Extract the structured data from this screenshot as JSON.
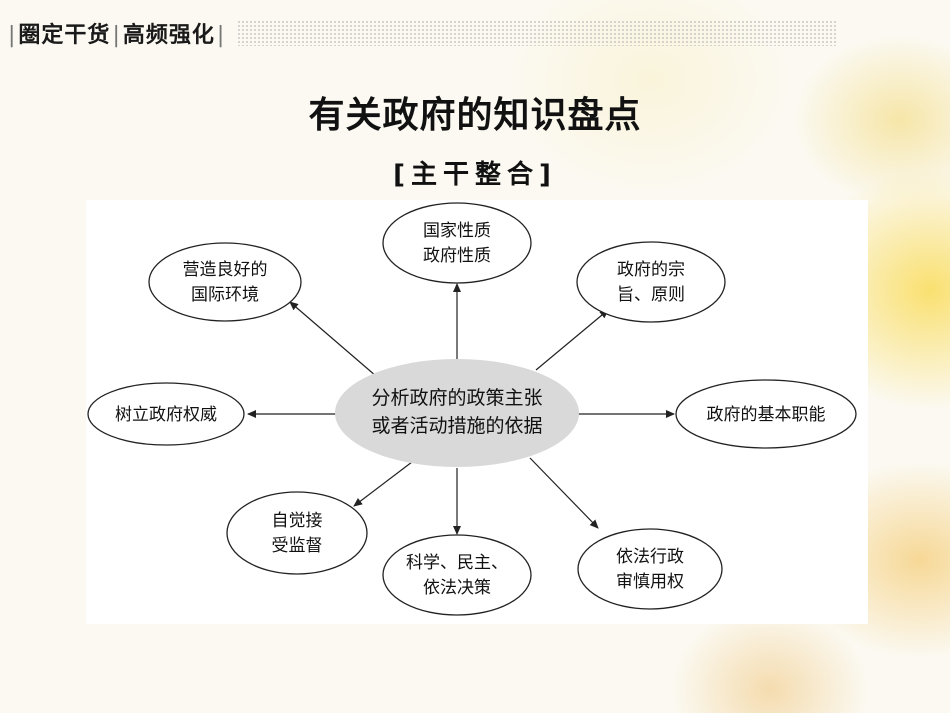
{
  "header": {
    "part1": "圈定干货",
    "part2": "高频强化"
  },
  "title": "有关政府的知识盘点",
  "subtitle": "[主干整合]",
  "diagram": {
    "center": [
      "分析政府的政策主张",
      "或者活动措施的依据"
    ],
    "nodes": {
      "top": [
        "国家性质",
        "政府性质"
      ],
      "top_left": [
        "营造良好的",
        "国际环境"
      ],
      "top_right": [
        "政府的宗",
        "旨、原则"
      ],
      "left": [
        "树立政府权威"
      ],
      "right": [
        "政府的基本职能"
      ],
      "bottom_left": [
        "自觉接",
        "受监督"
      ],
      "bottom": [
        "科学、民主、",
        "依法决策"
      ],
      "bottom_right": [
        "依法行政",
        "审慎用权"
      ]
    }
  }
}
